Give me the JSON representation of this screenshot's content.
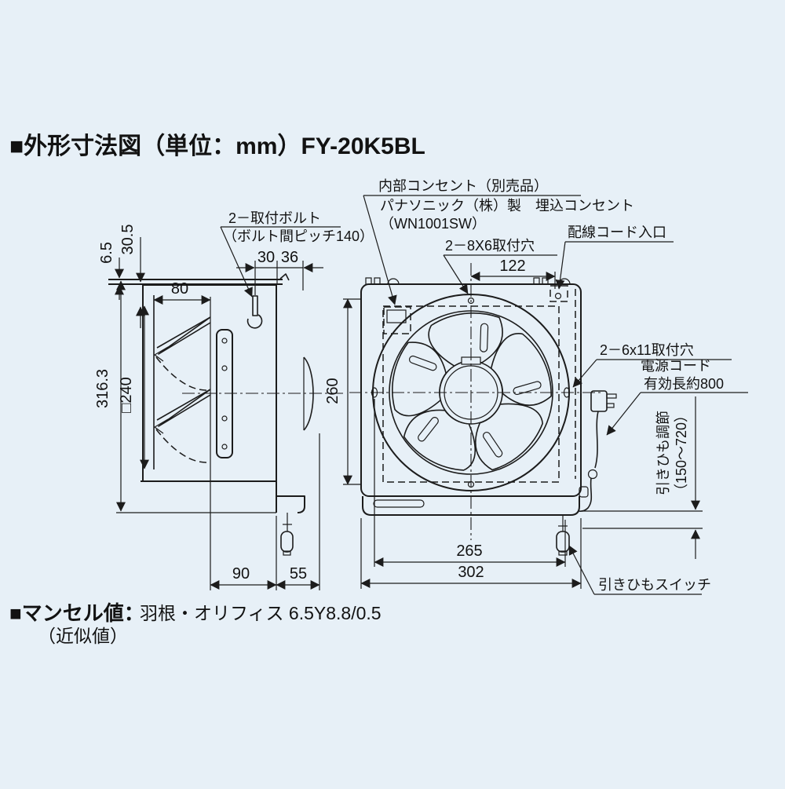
{
  "title": "■外形寸法図（単位：mm）FY-20K5BL",
  "labels": {
    "mounting_bolt": "2－取付ボルト",
    "bolt_pitch": "（ボルト間ピッチ140）",
    "inner_outlet_line1": "内部コンセント（別売品）",
    "inner_outlet_line2": "パナソニック（株）製　埋込コンセント",
    "inner_outlet_line3": "（WN1001SW）",
    "cord_inlet": "配線コード入口",
    "hole_8x6": "2－8X6取付穴",
    "hole_6x11": "2－6x11取付穴",
    "power_cord_line1": "電源コード",
    "power_cord_line2": "有効長約800",
    "pull_adjust_line1": "引きひも調節",
    "pull_adjust_line2": "（150～720）",
    "pull_switch": "引きひもスイッチ"
  },
  "dims": {
    "d6_5": "6.5",
    "d30_5": "30.5",
    "d30": "30",
    "d36": "36",
    "d80": "80",
    "d316_3": "316.3",
    "d240": "□240",
    "d90": "90",
    "d55": "55",
    "d122": "122",
    "d260": "260",
    "d265": "265",
    "d302": "302"
  },
  "footer": {
    "munsell_label": "■マンセル値：",
    "munsell_value": "羽根・オリフィス 6.5Y8.8/0.5",
    "munsell_note": "（近似値）"
  },
  "colors": {
    "background": "#e7f0f7",
    "line": "#1c1c1c",
    "text": "#121212"
  }
}
